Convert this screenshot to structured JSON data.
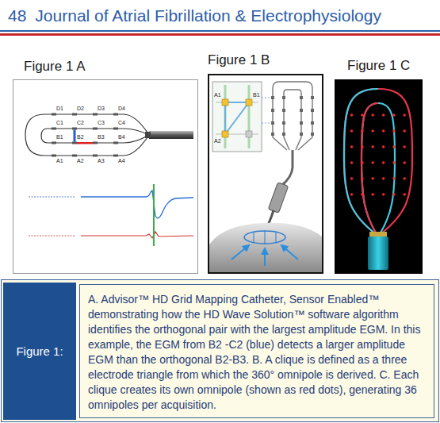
{
  "diagram": {
    "title": "Journal of Atrial Fibrillation & Electrophysiology",
    "nodes": [
      {
        "text": [
          "Figure 1 A"
        ]
      },
      {
        "text": [
          "Figure 1 B"
        ]
      },
      {
        "text": [
          "Figure 1 C"
        ]
      },
      {
        "text": [
          "Figure 1:"
        ]
      },
      {
        "text": [
          "A. Advisor™ HD Grid Mapping Catheter, Sensor Enabled™ demonstrating how the HD Wave Solution™ software algorithm identifies the orthogonal pair with the largest amplitude EGM. In this example, the EGM from B2 -C2 (blue) detects a larger amplitude EGM than the orthogonal B2-B3. B. A clique is defined as a three electrode triangle from which the 360° omnipole is derived. C. Each clique creates its own omnipole (shown as red dots), generating 36 omnipoles per acquisition."
        ]
      }
    ],
    "labels": [
      "48",
      "D1",
      "D2",
      "D3",
      "D4",
      "C1",
      "C2",
      "C3",
      "C4",
      "B1",
      "B2",
      "B3",
      "B4",
      "A1",
      "A2",
      "A3",
      "A4",
      "A1",
      "B1",
      "A2"
    ]
  }
}
